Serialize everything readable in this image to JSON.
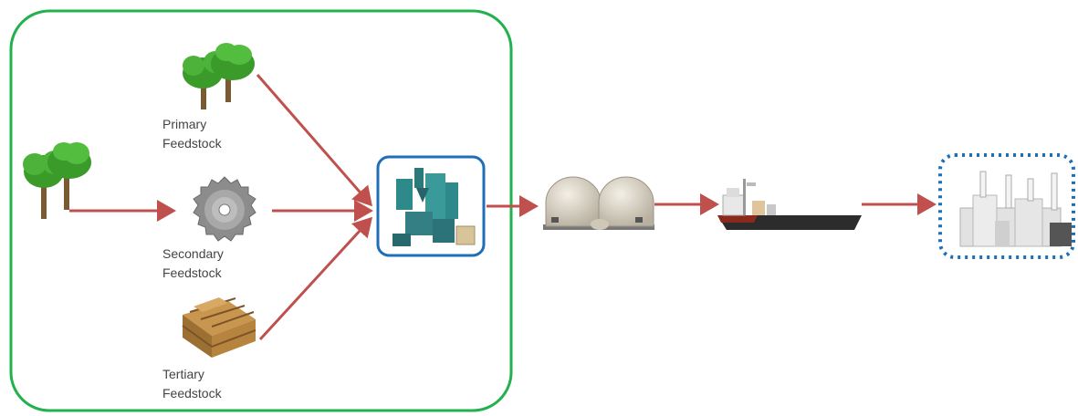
{
  "colors": {
    "supply_box": "#22b14c",
    "pellet_mill_box": "#1f6fb8",
    "power_station_box": "#1f6fb8",
    "arrow": "#c0504d",
    "label_text": "#444444"
  },
  "feedstocks": [
    {
      "line1": "Primary",
      "line2": "Feedstock",
      "icon": "trees-icon"
    },
    {
      "line1": "Secondary",
      "line2": "Feedstock",
      "icon": "sawblade-icon"
    },
    {
      "line1": "Tertiary",
      "line2": "Feedstock",
      "icon": "pallets-icon"
    }
  ],
  "nodes": [
    {
      "name": "source-trees",
      "icon": "trees-icon"
    },
    {
      "name": "pellet-mill",
      "icon": "pellet-mill-icon"
    },
    {
      "name": "storage-domes",
      "icon": "storage-domes-icon"
    },
    {
      "name": "cargo-ship",
      "icon": "cargo-ship-icon"
    },
    {
      "name": "power-station",
      "icon": "power-station-icon"
    }
  ]
}
